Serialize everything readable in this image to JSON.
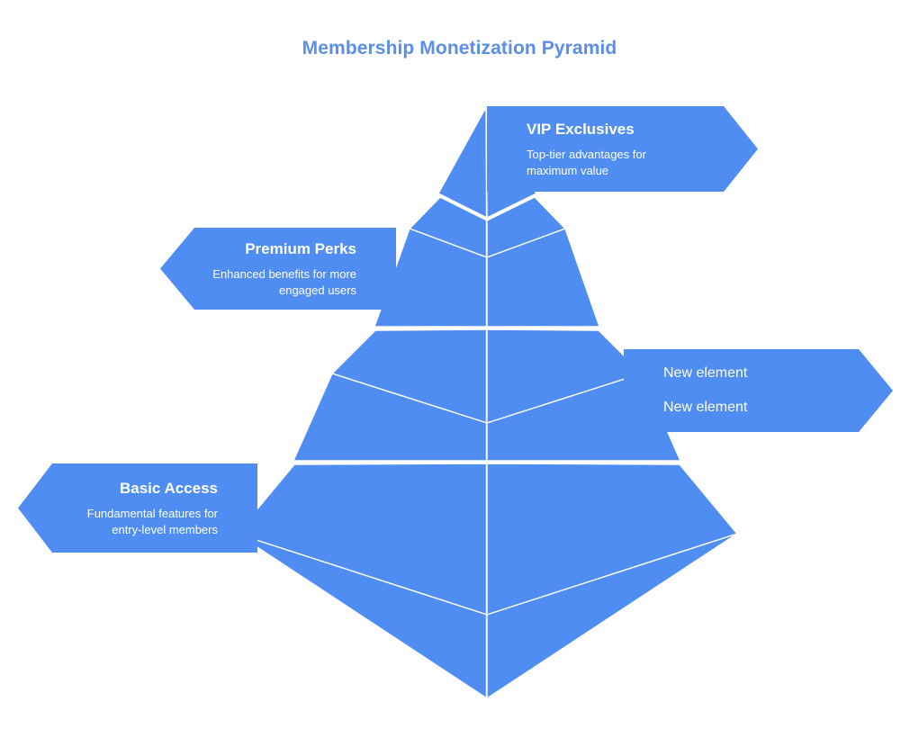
{
  "title": "Membership Monetization Pyramid",
  "theme": {
    "accent": "#4f8df2",
    "title_color": "#5b8ee8",
    "edge_color": "#ffffff",
    "background": "#ffffff",
    "label_text_color": "#ffffff"
  },
  "chart_data": {
    "type": "pyramid",
    "title": "Membership Monetization Pyramid",
    "orientation": "apex-up",
    "levels": 4,
    "legend": "none",
    "grid": false,
    "items": [
      {
        "level": 1,
        "position": "top",
        "callout_side": "right",
        "title": "VIP Exclusives",
        "description": "Top-tier advantages for maximum value",
        "color": "#4f8df2"
      },
      {
        "level": 2,
        "position": "upper-middle",
        "callout_side": "left",
        "title": "Premium Perks",
        "description": "Enhanced benefits for more engaged users",
        "color": "#4f8df2"
      },
      {
        "level": 3,
        "position": "lower-middle",
        "callout_side": "right",
        "title": "New element",
        "description": "New element",
        "color": "#4f8df2"
      },
      {
        "level": 4,
        "position": "bottom",
        "callout_side": "left",
        "title": "Basic Access",
        "description": "Fundamental features for entry-level members",
        "color": "#4f8df2"
      }
    ]
  },
  "callouts": {
    "vip": {
      "title": "VIP Exclusives",
      "desc_line1": "Top-tier advantages for",
      "desc_line2": "maximum value"
    },
    "premium": {
      "title": "Premium Perks",
      "desc_line1": "Enhanced benefits for more",
      "desc_line2": "engaged users"
    },
    "new_element": {
      "line1": "New element",
      "line2": "New element"
    },
    "basic": {
      "title": "Basic Access",
      "desc_line1": "Fundamental features for",
      "desc_line2": "entry-level members"
    }
  }
}
